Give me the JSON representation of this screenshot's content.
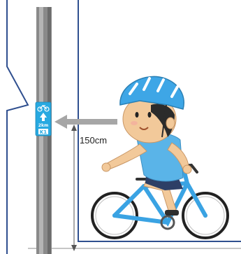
{
  "measurement": {
    "height_label": "150cm",
    "height_value_cm": 150
  },
  "sign": {
    "distance": "2km",
    "route_code": "K1",
    "color": "#27a9e1",
    "icons": [
      "bicycle-icon",
      "arrow-up-icon"
    ]
  },
  "colors": {
    "pole": "#8a8a8a",
    "callout_border": "#2f4f8f",
    "arrow": "#a6a6a6",
    "helmet": "#3ea6e6",
    "jersey": "#5ab4e8",
    "bicycle_frame": "#3aa3e3"
  }
}
